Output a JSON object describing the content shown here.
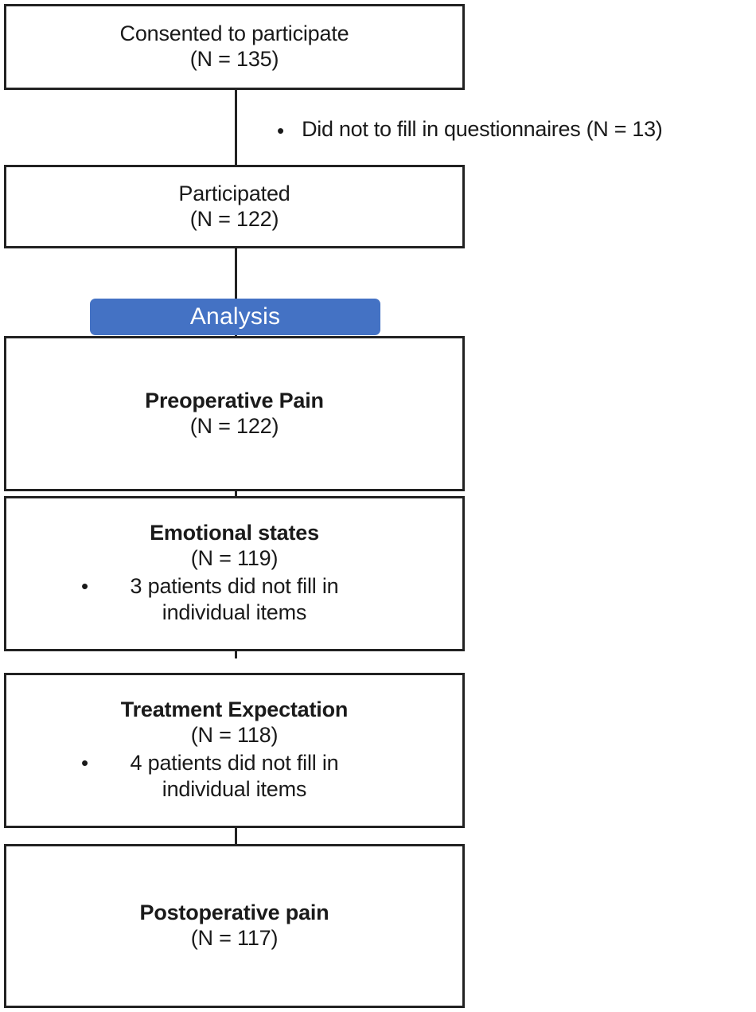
{
  "diagram": {
    "type": "flowchart",
    "title": "Study participation and analysis flow",
    "background_color": "#ffffff",
    "box_border_color": "#222222",
    "banner_color": "#4472C4",
    "banner_text_color": "#FFFFFF"
  },
  "banner": {
    "label": "Analysis"
  },
  "nodes": [
    {
      "id": "consented",
      "title": "Consented to participate",
      "count": "(N = 135)",
      "bold": false
    },
    {
      "id": "participated",
      "title": "Participated",
      "count": "(N = 122)",
      "bold": false
    },
    {
      "id": "preoperative-pain",
      "title": "Preoperative Pain",
      "count": "(N = 122)",
      "bold": true
    },
    {
      "id": "emotional-states",
      "title": "Emotional states",
      "count": "(N = 119)",
      "bold": true,
      "bullet": "3 patients did not fill in individual items",
      "bullet_marker": "•"
    },
    {
      "id": "treatment-expectation",
      "title": "Treatment Expectation",
      "count": "(N = 118)",
      "bold": true,
      "bullet": "4 patients did not fill in individual items",
      "bullet_marker": "•"
    },
    {
      "id": "postoperative-pain",
      "title": "Postoperative pain",
      "count": "(N = 117)",
      "bold": true
    }
  ],
  "exclusions": [
    {
      "id": "not-filled-questionnaires",
      "marker": "•",
      "text": "Did not to fill in questionnaires (N = 13)"
    }
  ]
}
